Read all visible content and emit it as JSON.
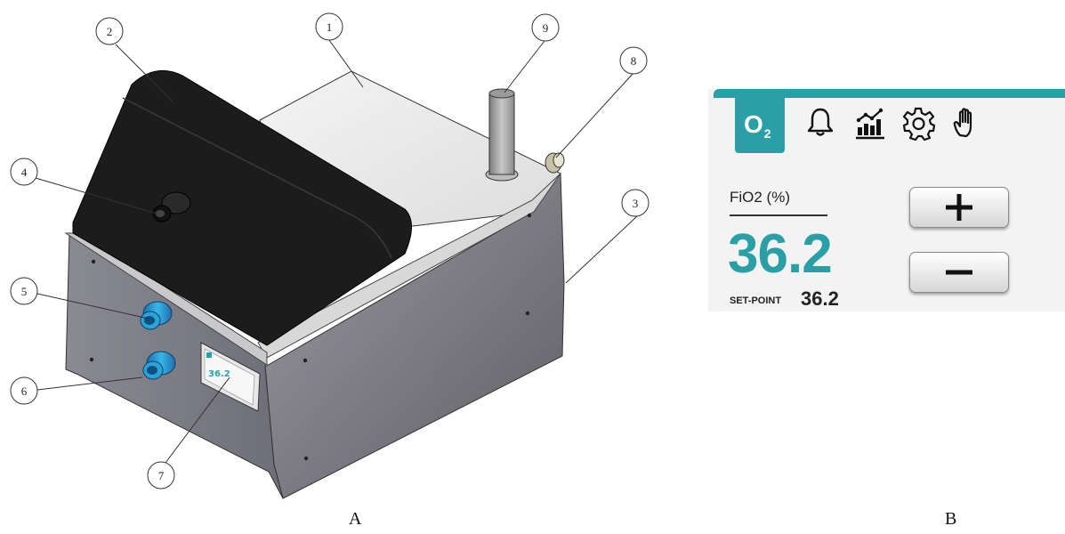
{
  "figure": {
    "labels": {
      "a": "A",
      "b": "B"
    },
    "callouts": [
      "1",
      "2",
      "3",
      "4",
      "5",
      "6",
      "7",
      "8",
      "9"
    ]
  },
  "screen": {
    "tabs": [
      {
        "id": "o2",
        "label": "O",
        "subscript": "2",
        "icon": "o2-icon",
        "active": true
      },
      {
        "id": "alarms",
        "icon": "bell-icon"
      },
      {
        "id": "trends",
        "icon": "chart-icon"
      },
      {
        "id": "settings",
        "icon": "gear-icon"
      },
      {
        "id": "stop",
        "icon": "hand-icon"
      }
    ],
    "parameter_label": "FiO2 (%)",
    "value": "36.2",
    "setpoint_label": "SET-POINT",
    "setpoint_value": "36.2",
    "increment_icon": "plus-icon",
    "decrement_icon": "minus-icon"
  },
  "colors": {
    "accent": "#2a9fa6",
    "housing_dark": "#1c1c1c",
    "panel_gray": "#7d7d86",
    "port_blue": "#1f8fc4"
  }
}
